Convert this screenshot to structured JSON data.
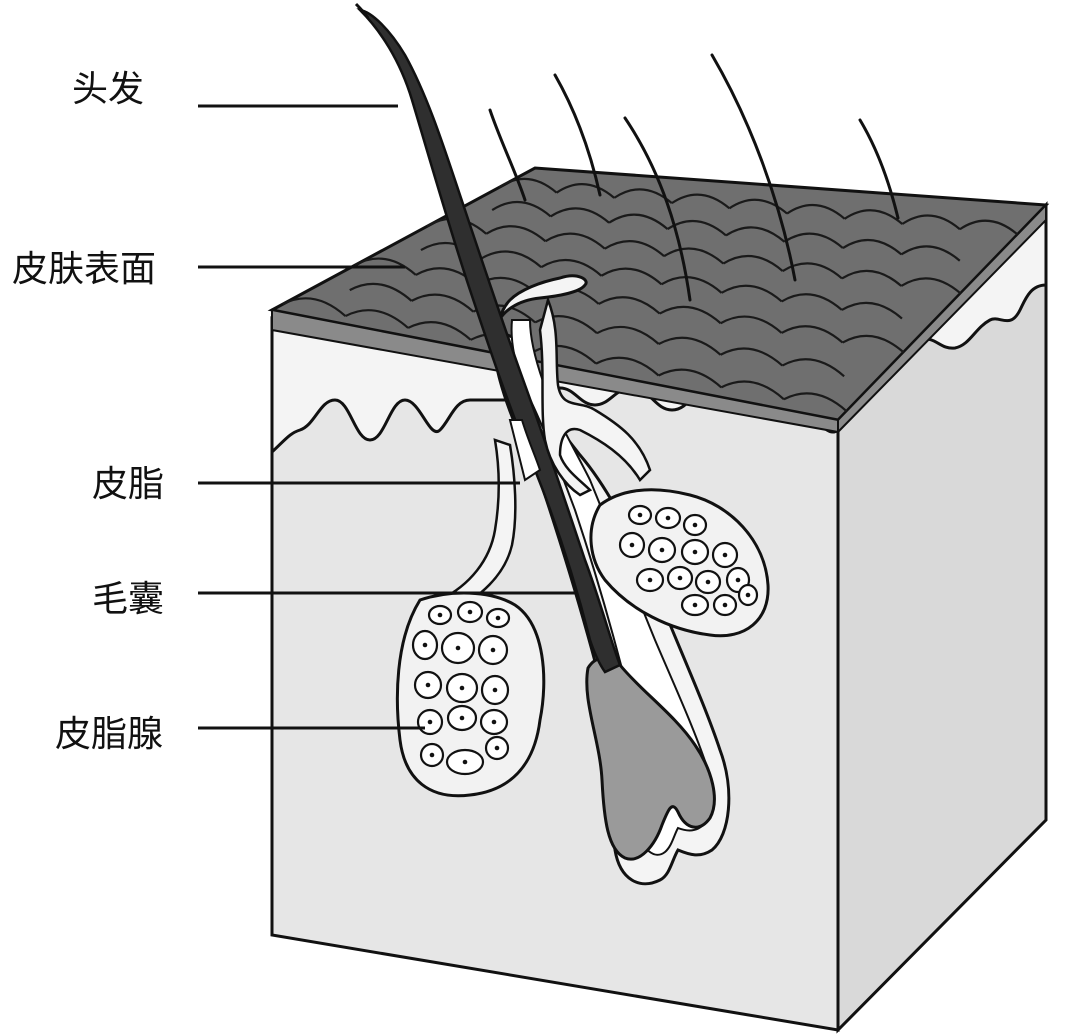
{
  "labels": {
    "hair": "头发",
    "skin_surface": "皮肤表面",
    "sebum": "皮脂",
    "hair_follicle": "毛囊",
    "sebaceous_gland": "皮脂腺"
  },
  "colors": {
    "outline": "#111111",
    "skin_top": "#6f6f6f",
    "skin_top_edge": "#8a8a8a",
    "hair": "#2f2f2f",
    "dermis_front": "#e6e6e6",
    "dermis_side": "#d9d9d9",
    "epidermis_band": "#f4f4f4",
    "gland_fill": "#f2f2f2",
    "cell_fill": "#ffffff",
    "bulb": "#9a9a9a",
    "background": "#ffffff"
  }
}
